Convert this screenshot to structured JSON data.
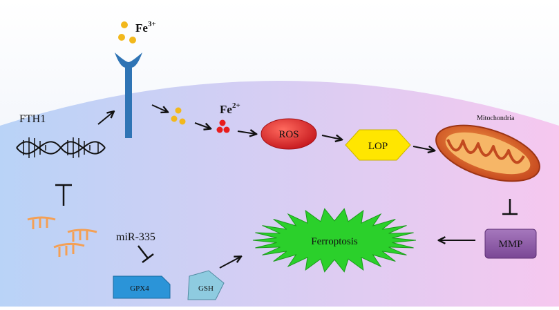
{
  "labels": {
    "fe3": "Fe",
    "fe3_sup": "3+",
    "fe2": "Fe",
    "fe2_sup": "2+",
    "fth1": "FTH1",
    "mir": "miR-335",
    "ros": "ROS",
    "lop": "LOP",
    "mitochondria": "Mitochondria",
    "mmp": "MMP",
    "ferroptosis": "Ferroptosis",
    "gpx4": "GPX4",
    "gsh": "GSH"
  },
  "colors": {
    "cell_left": "#b9d3f7",
    "cell_right": "#f6c8ef",
    "outside_top": "#ffffff",
    "outside_bottom": "#e6ecf8",
    "fe3_dot": "#f2b81c",
    "fe2_dot": "#e81c1c",
    "receptor": "#2f74b5",
    "ros_fill": "#e31e24",
    "lop_fill": "#ffe600",
    "mmp_fill": "#8e5ba8",
    "ferroptosis_fill": "#2bd02b",
    "gpx4_fill": "#2b94d8",
    "gsh_fill": "#8ecbe0",
    "mirna": "#f4a055",
    "dna": "#111111",
    "arrow": "#111111"
  },
  "icons": [
    "transferrin-receptor-icon",
    "dna-helix-icon",
    "mirna-strand-icon",
    "mitochondria-icon"
  ]
}
